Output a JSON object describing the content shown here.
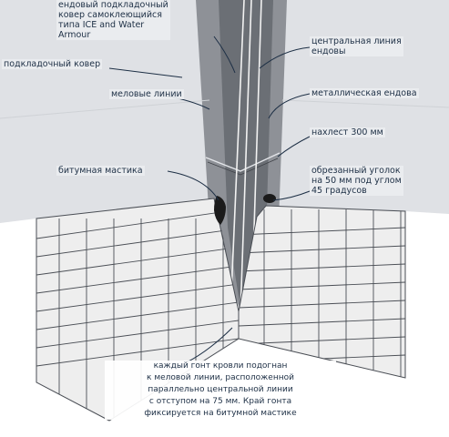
{
  "labels": {
    "underlay_valley": "ендовый подкладочный\nковер самоклеющийся\nтипа ICE and Water\nArmour",
    "underlay_carpet": "подкладочный ковер",
    "chalk_lines": "меловые линии",
    "bitumen_mastic": "битумная мастика",
    "centerline": "центральная линия\nендовы",
    "metal_valley": "металлическая ендова",
    "overlap": "нахлест 300 мм",
    "cut_corner": "обрезанный уголок\nна 50 мм под углом\n45 градусов",
    "shingle_note": "каждый гонт кровли подогнан\nк меловой линии, расположенной\nпараллельно центральной линии\nс отступом на 75 мм. Край гонта\nфиксируется на битумной мастике"
  },
  "colors": {
    "deck": "#dfe1e5",
    "valley_metal": "#6b6f75",
    "valley_underlay": "#8e9197",
    "shingle": "#eeeeee",
    "shingle_line": "#4a4e55",
    "ink": "#1d2f45"
  }
}
